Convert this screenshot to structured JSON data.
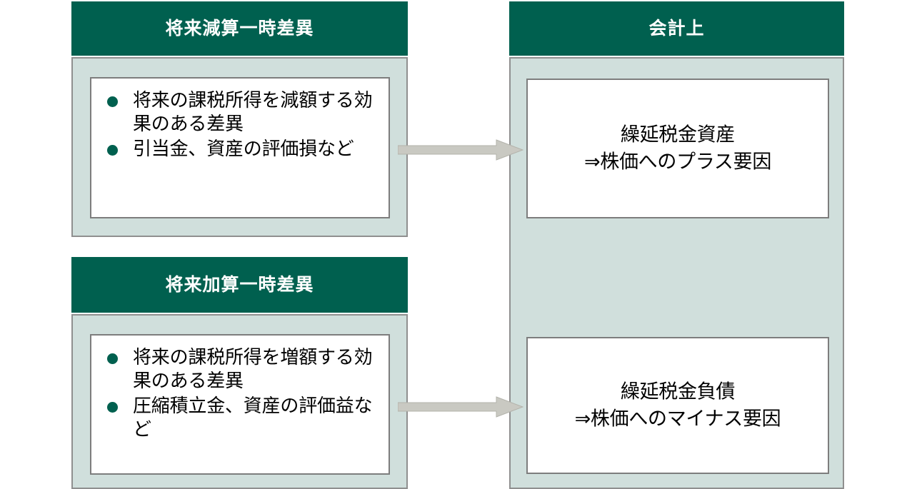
{
  "diagram": {
    "columns": {
      "left": {
        "sections": [
          {
            "header": "将来減算一時差異",
            "bullets": [
              "将来の課税所得を減額する効果のある差異",
              "引当金、資産の評価損など"
            ]
          },
          {
            "header": "将来加算一時差異",
            "bullets": [
              "将来の課税所得を増額する効果のある差異",
              "圧縮積立金、資産の評価益など"
            ]
          }
        ]
      },
      "right": {
        "header": "会計上",
        "boxes": [
          {
            "line1": "繰延税金資産",
            "line2": "⇒株価へのプラス要因"
          },
          {
            "line1": "繰延税金負債",
            "line2": "⇒株価へのマイナス要因"
          }
        ]
      }
    },
    "arrows": [
      {
        "name": "arrow-deductible-to-asset",
        "direction": "right"
      },
      {
        "name": "arrow-taxable-to-liability",
        "direction": "right"
      }
    ],
    "colors": {
      "header_teal": "#00604f",
      "panel_fill": "#d0dfdc",
      "panel_border": "#8f8f8f",
      "box_fill": "#ffffff",
      "box_border": "#7d7d7d",
      "bullet_dot": "#00604f",
      "arrow_fill": "#c9c9c2",
      "arrow_border": "#b3b3ab",
      "text": "#000000",
      "header_text": "#ffffff",
      "background": "#ffffff"
    }
  }
}
